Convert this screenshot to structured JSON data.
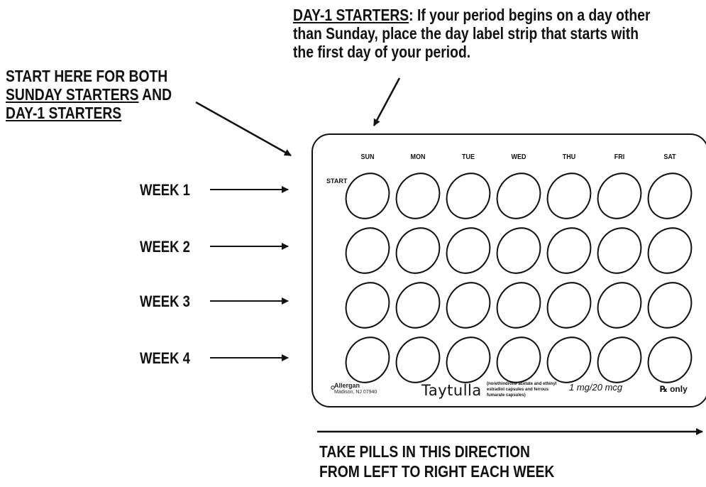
{
  "top_note": {
    "heading": "DAY-1 STARTERS",
    "line1_rest": ": If your period begins on a day other",
    "line2": "than Sunday, place the day label strip that starts with",
    "line3": "the first day of your period."
  },
  "start_note": {
    "line1": "START HERE FOR BOTH",
    "line2_underlined": "SUNDAY STARTERS",
    "line2_rest": " AND",
    "line3_underlined": "DAY-1 STARTERS"
  },
  "weeks": [
    "WEEK 1",
    "WEEK 2",
    "WEEK 3",
    "WEEK 4"
  ],
  "card": {
    "start_label": "START",
    "days": [
      "SUN",
      "MON",
      "TUE",
      "WED",
      "THU",
      "FRI",
      "SAT"
    ],
    "footer": {
      "manufacturer": "Allergan",
      "manufacturer_location": "Madison, NJ 07940",
      "brand": "Taytulla",
      "description": "(norethindrone acetate and ethinyl estradiol capsules and ferrous fumarate capsules)",
      "dose": "1 mg/20 mcg",
      "rx": "℞ only"
    }
  },
  "bottom_note": {
    "line1": "TAKE PILLS IN THIS DIRECTION",
    "line2": "FROM LEFT TO RIGHT EACH WEEK"
  }
}
